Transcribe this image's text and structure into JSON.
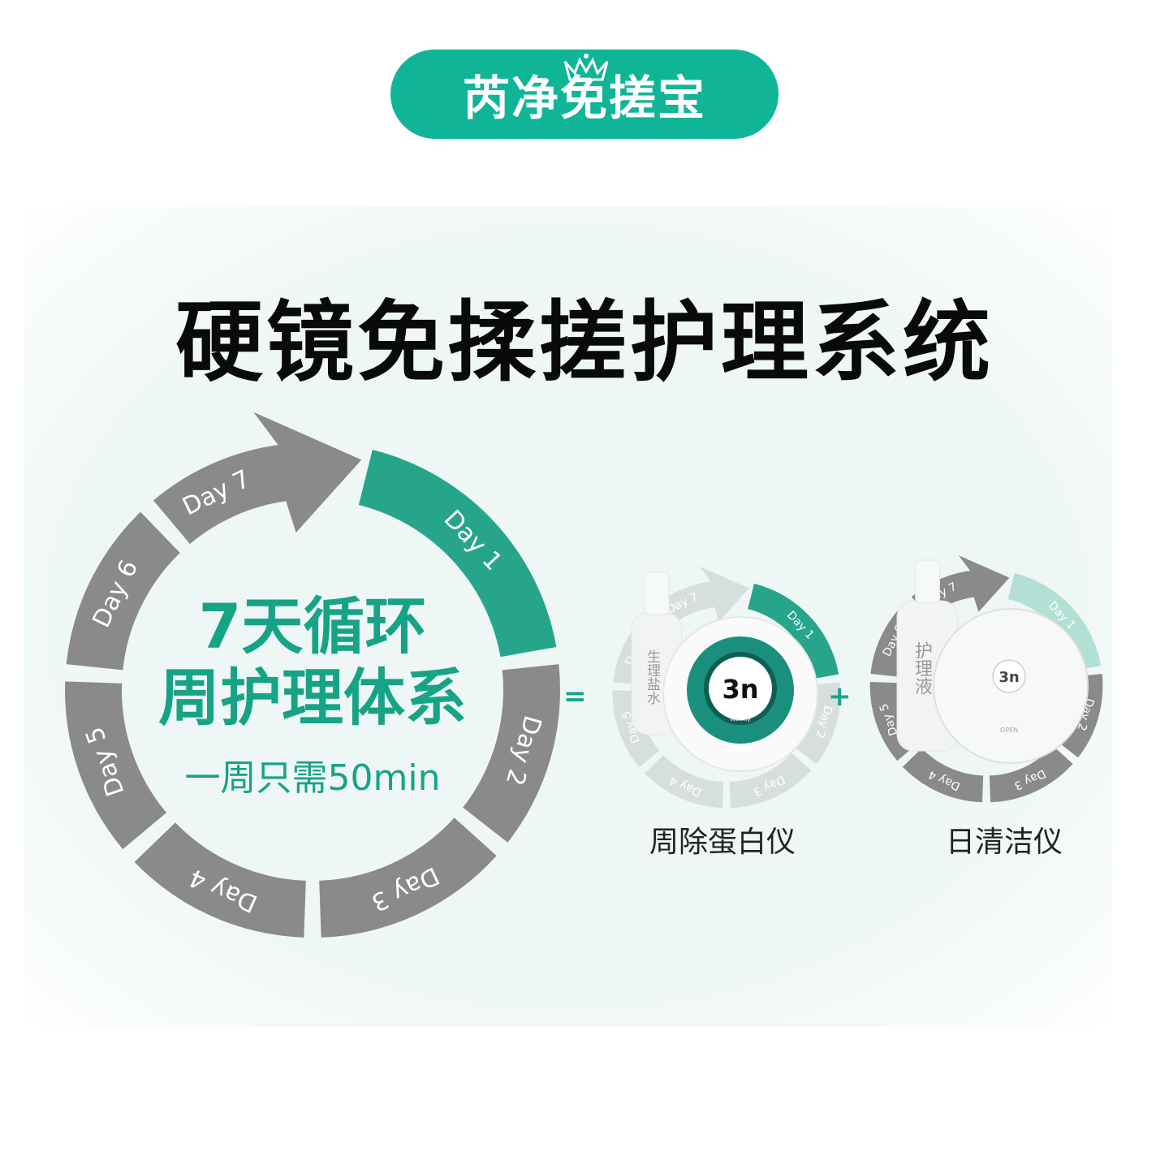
{
  "brand": {
    "name": "芮净免搓宝",
    "color": "#0fb596"
  },
  "title": "硬镜免揉搓护理系统",
  "cycle": {
    "days": [
      "Day 1",
      "Day 2",
      "Day 3",
      "Day 4",
      "Day 5",
      "Day 6",
      "Day 7"
    ],
    "headline_1": "7天循环",
    "headline_2": "周护理体系",
    "subline": "一周只需50min",
    "active_color": "#27a58a",
    "inactive_color": "#8a8a8a"
  },
  "equals": "=",
  "plus": "+",
  "products": [
    {
      "name": "周除蛋白仪",
      "bottle_label": "生理盐水",
      "device_text": "Weekly",
      "logo": "3n"
    },
    {
      "name": "日清洁仪",
      "bottle_label": "护理液",
      "device_text": "OPEN",
      "logo": "3n"
    }
  ]
}
